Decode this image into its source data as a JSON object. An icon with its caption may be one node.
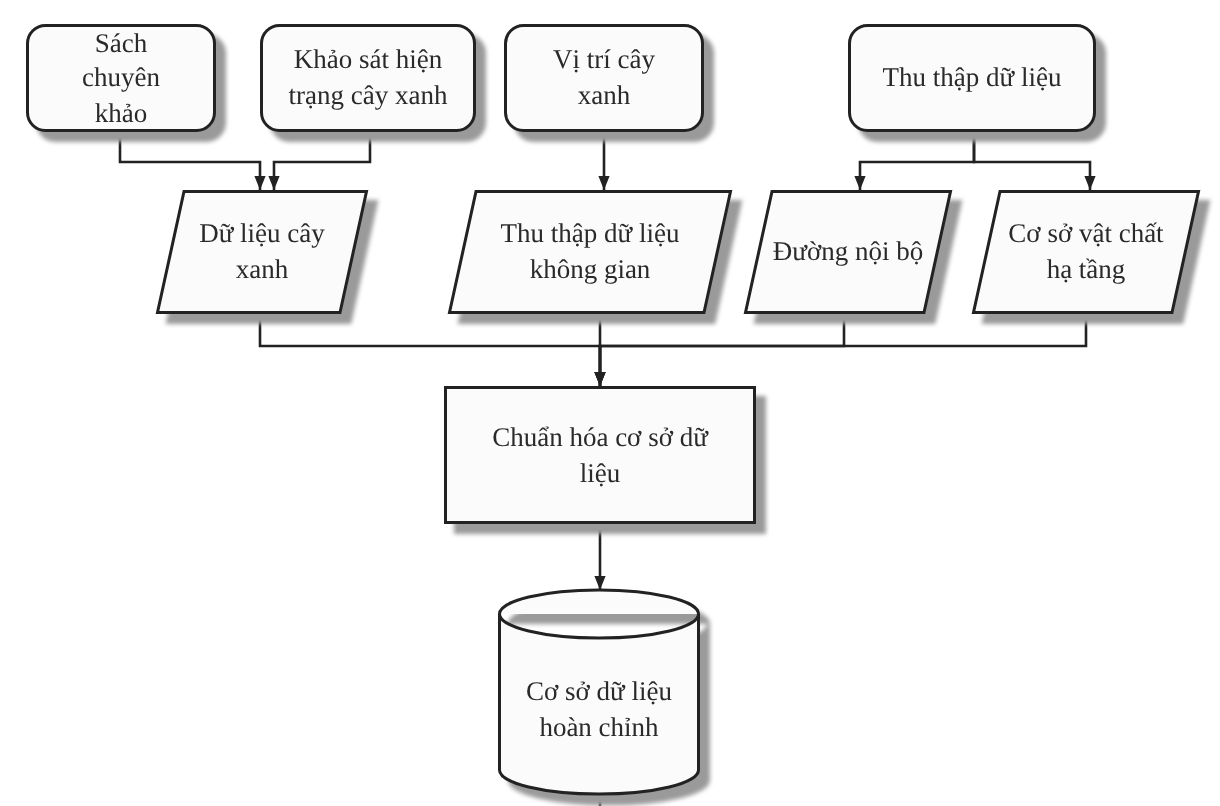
{
  "diagram": {
    "nodes": [
      {
        "text": [
          "Sách chuyên khảo"
        ]
      },
      {
        "text": [
          "Khảo sát hiện trạng cây xanh"
        ]
      },
      {
        "text": [
          "Vị trí cây xanh"
        ]
      },
      {
        "text": [
          "Thu thập dữ liệu"
        ]
      },
      {
        "text": [
          "Dữ liệu cây xanh"
        ]
      },
      {
        "text": [
          "Thu thập dữ liệu không gian"
        ]
      },
      {
        "text": [
          "Đường nội bộ"
        ]
      },
      {
        "text": [
          "Cơ sở vật chất hạ tầng"
        ]
      },
      {
        "text": [
          "Chuẩn hóa cơ sở dữ liệu"
        ]
      },
      {
        "text": [
          "Cơ sở dữ liệu hoàn chỉnh"
        ]
      }
    ],
    "edges": [
      {
        "from": 0,
        "to": 4,
        "arrow": "to"
      },
      {
        "from": 1,
        "to": 4,
        "arrow": "to"
      },
      {
        "from": 2,
        "to": 5,
        "arrow": "to"
      },
      {
        "from": 3,
        "to": 6,
        "arrow": "to"
      },
      {
        "from": 3,
        "to": 7,
        "arrow": "to"
      },
      {
        "from": 4,
        "to": 8,
        "arrow": "to"
      },
      {
        "from": 5,
        "to": 8,
        "arrow": "to"
      },
      {
        "from": 6,
        "to": 8,
        "arrow": "to"
      },
      {
        "from": 7,
        "to": 8,
        "arrow": "to"
      },
      {
        "from": 8,
        "to": 9,
        "arrow": "to"
      },
      {
        "from": 9,
        "to": null,
        "arrow": "none"
      }
    ]
  }
}
